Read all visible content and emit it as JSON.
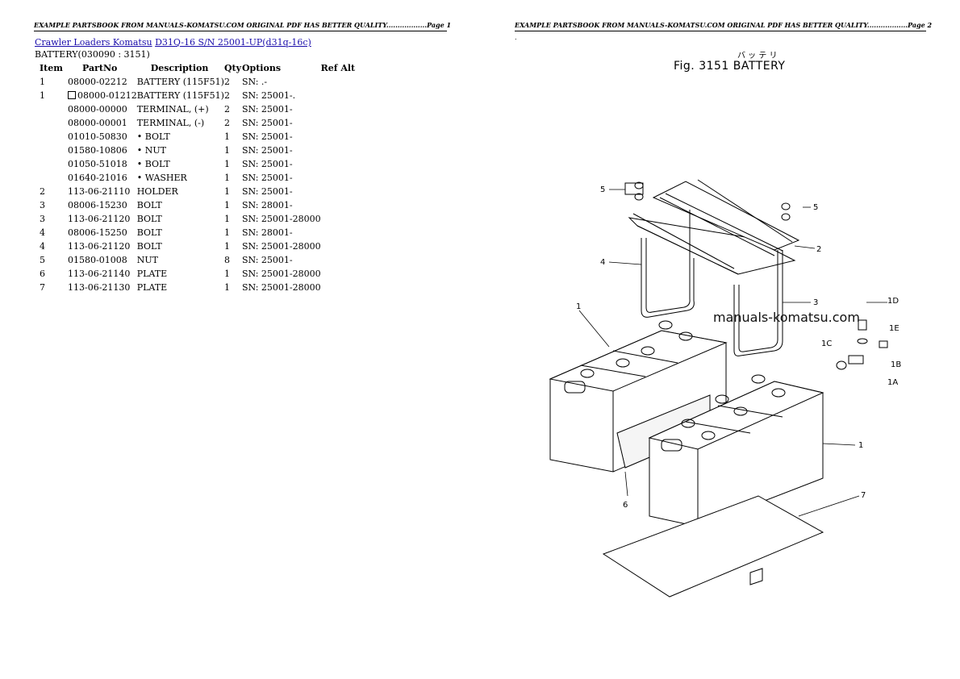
{
  "header": {
    "left": "EXAMPLE PARTSBOOK FROM MANUALS-KOMATSU.COM ORIGINAL PDF HAS BETTER QUALITY..................Page 1",
    "right": "EXAMPLE PARTSBOOK FROM MANUALS-KOMATSU.COM ORIGINAL PDF HAS BETTER QUALITY..................Page 2",
    "dot": "."
  },
  "breadcrumb": {
    "link1": "Crawler Loaders Komatsu",
    "link2": "D31Q-16 S/N 25001-UP(d31q-16c)"
  },
  "section_title": "BATTERY(030090 : 3151)",
  "table": {
    "headers": {
      "item": "Item",
      "partno": "PartNo",
      "description": "Description",
      "qty": "Qty",
      "options": "Options",
      "refalt": "Ref Alt"
    },
    "rows": [
      {
        "item": "1",
        "partno": "08000-02212",
        "description": "BATTERY (115F51)",
        "qty": "2",
        "options": "SN: .-",
        "box": false
      },
      {
        "item": "1",
        "partno": "08000-01212",
        "description": "BATTERY (115F51)",
        "qty": "2",
        "options": "SN: 25001-.",
        "box": true
      },
      {
        "item": "",
        "partno": "08000-00000",
        "description": "TERMINAL, (+)",
        "qty": "2",
        "options": "SN: 25001-",
        "box": false
      },
      {
        "item": "",
        "partno": "08000-00001",
        "description": "TERMINAL, (-)",
        "qty": "2",
        "options": "SN: 25001-",
        "box": false
      },
      {
        "item": "",
        "partno": "01010-50830",
        "description": "• BOLT",
        "qty": "1",
        "options": "SN: 25001-",
        "box": false
      },
      {
        "item": "",
        "partno": "01580-10806",
        "description": "• NUT",
        "qty": "1",
        "options": "SN: 25001-",
        "box": false
      },
      {
        "item": "",
        "partno": "01050-51018",
        "description": "• BOLT",
        "qty": "1",
        "options": "SN: 25001-",
        "box": false
      },
      {
        "item": "",
        "partno": "01640-21016",
        "description": "• WASHER",
        "qty": "1",
        "options": "SN: 25001-",
        "box": false
      },
      {
        "item": "2",
        "partno": "113-06-21110",
        "description": "HOLDER",
        "qty": "1",
        "options": "SN: 25001-",
        "box": false
      },
      {
        "item": "3",
        "partno": "08006-15230",
        "description": "BOLT",
        "qty": "1",
        "options": "SN: 28001-",
        "box": false
      },
      {
        "item": "3",
        "partno": "113-06-21120",
        "description": "BOLT",
        "qty": "1",
        "options": "SN: 25001-28000",
        "box": false
      },
      {
        "item": "4",
        "partno": "08006-15250",
        "description": "BOLT",
        "qty": "1",
        "options": "SN: 28001-",
        "box": false
      },
      {
        "item": "4",
        "partno": "113-06-21120",
        "description": "BOLT",
        "qty": "1",
        "options": "SN: 25001-28000",
        "box": false
      },
      {
        "item": "5",
        "partno": "01580-01008",
        "description": "NUT",
        "qty": "8",
        "options": "SN: 25001-",
        "box": false
      },
      {
        "item": "6",
        "partno": "113-06-21140",
        "description": "PLATE",
        "qty": "1",
        "options": "SN: 25001-28000",
        "box": false
      },
      {
        "item": "7",
        "partno": "113-06-21130",
        "description": "PLATE",
        "qty": "1",
        "options": "SN: 25001-28000",
        "box": false
      }
    ]
  },
  "figure": {
    "title": "Fig. 3151  BATTERY",
    "kana": "バ ッ テ リ",
    "watermark": "manuals-komatsu.com",
    "callouts": [
      "5",
      "5",
      "2",
      "4",
      "3",
      "1",
      "1D",
      "1E",
      "1C",
      "1B",
      "1A",
      "1",
      "6",
      "7"
    ]
  }
}
